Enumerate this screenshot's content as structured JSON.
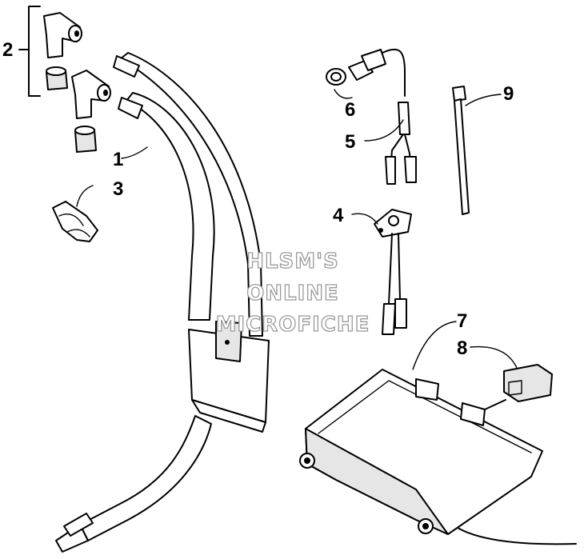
{
  "callouts": [
    {
      "id": "2",
      "label": "2"
    },
    {
      "id": "1",
      "label": "1"
    },
    {
      "id": "3",
      "label": "3"
    },
    {
      "id": "6",
      "label": "6"
    },
    {
      "id": "5",
      "label": "5"
    },
    {
      "id": "9",
      "label": "9"
    },
    {
      "id": "4",
      "label": "4"
    },
    {
      "id": "7",
      "label": "7"
    },
    {
      "id": "8",
      "label": "8"
    }
  ],
  "watermark": {
    "line1": "HLSM'S",
    "line2": "ONLINE",
    "line3": "MICROFICHE"
  }
}
